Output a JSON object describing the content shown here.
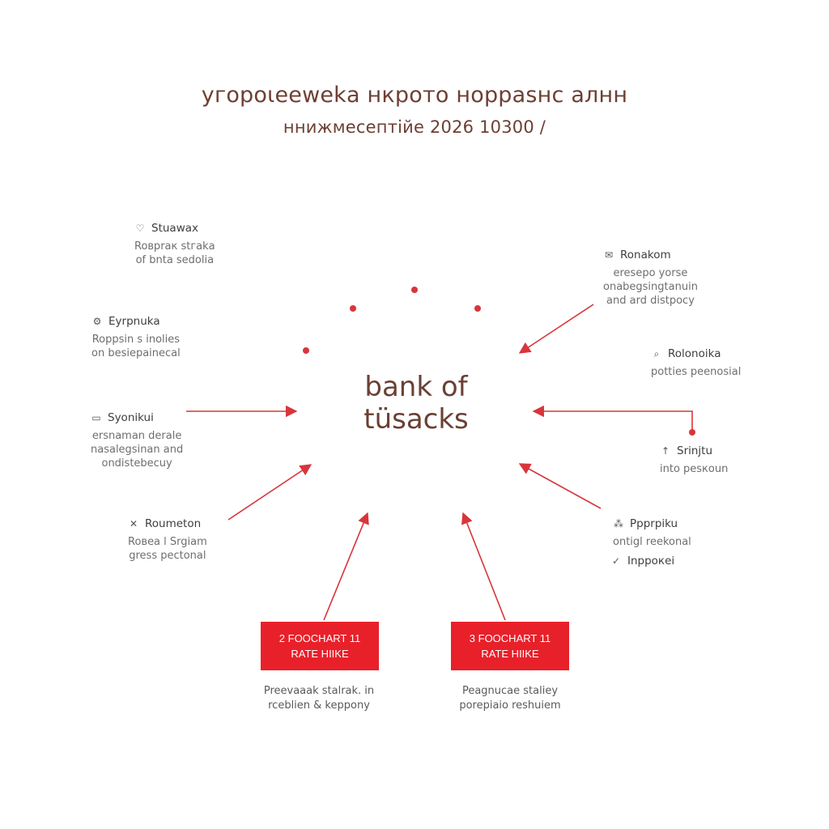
{
  "title": {
    "line1": "угороɩeewekа нкрото норрasнс aлнн",
    "line2": "ннижмecептійе 2026 10300 /"
  },
  "center": {
    "line1": "bank of",
    "line2": "tüsacks"
  },
  "nodes": [
    {
      "id": "n1",
      "icon": "heart-icon",
      "glyph": "♡",
      "label": "Stuawax",
      "desc": [
        "Roʙpraк stгаkа",
        "of bnta sedolia"
      ]
    },
    {
      "id": "n2",
      "icon": "gear-icon",
      "glyph": "⚙",
      "label": "Eyrpnuka",
      "desc": [
        "Roppsin s inolies",
        "on besiepainecal"
      ]
    },
    {
      "id": "n3",
      "icon": "chat-icon",
      "glyph": "▭",
      "label": "Syonikui",
      "desc": [
        "ersnaman derale",
        "nasalegsinan and",
        "ondistebecuy"
      ]
    },
    {
      "id": "n4",
      "icon": "tools-icon",
      "glyph": "✕",
      "label": "Roumeton",
      "desc": [
        "Roвeа l Srgiam",
        "gress pectonal"
      ]
    },
    {
      "id": "n5",
      "icon": "envelope-icon",
      "glyph": "✉",
      "label": "Ronakom",
      "desc": [
        "eresepo yorse",
        "onabegsingtanuin",
        "and ard distpocy"
      ]
    },
    {
      "id": "n6",
      "icon": "search-icon",
      "glyph": "⌕",
      "label": "Rolonoika",
      "desc": [
        "potties peenosial"
      ]
    },
    {
      "id": "n7",
      "icon": "arrow-up-icon",
      "glyph": "↑",
      "label": "Srinjtu",
      "desc": [
        "into pesкoun"
      ]
    },
    {
      "id": "n8",
      "icon": "cluster-icon",
      "glyph": "⁂",
      "label": "Ppprpiku",
      "desc": [
        "ontigl reekonal"
      ]
    },
    {
      "id": "n9",
      "icon": "check-icon",
      "glyph": "✓",
      "label": "Inppoкei",
      "desc": []
    }
  ],
  "boxes": [
    {
      "id": "b1",
      "line1": "2 FOOCHART 11",
      "line2": "RATE HIIKE",
      "caption": [
        "Preevaaak stalrak. in",
        "rceblien & keppony"
      ]
    },
    {
      "id": "b2",
      "line1": "3 FOOCHART 11",
      "line2": "RATE HIIKE",
      "caption": [
        "Peagnucae staliey",
        "porepiaio reshuiem"
      ]
    }
  ],
  "colors": {
    "accent": "#e8202a",
    "arrow": "#d8353c",
    "title": "#6e3f33",
    "text": "#5a5a5a"
  }
}
